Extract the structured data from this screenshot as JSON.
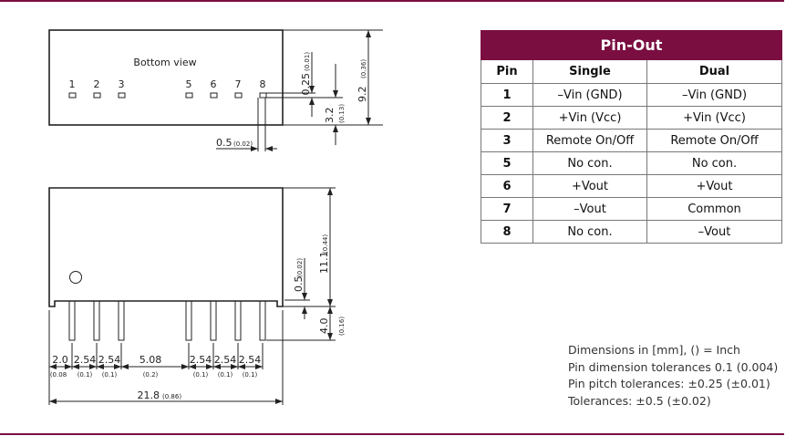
{
  "accent_color": "#7a0e41",
  "bottom_view": {
    "label": "Bottom view",
    "pins": [
      "1",
      "2",
      "3",
      "5",
      "6",
      "7",
      "8"
    ],
    "dim_pin_offset": "0.25",
    "dim_pin_offset_in": "(0.01)",
    "dim_pin_row": "3.2",
    "dim_pin_row_in": "(0.13)",
    "dim_height": "9.2",
    "dim_height_in": "(0.36)",
    "dim_pin_width": "0.5",
    "dim_pin_width_in": "(0.02)"
  },
  "side_view": {
    "dim_body_height": "11.1",
    "dim_body_height_in": "(0.44)",
    "dim_standoff": "0.5",
    "dim_standoff_in": "(0.02)",
    "dim_pin_length": "4.0",
    "dim_pin_length_in": "(0.16)",
    "pitches": [
      {
        "mm": "2.0",
        "in": "(0.08"
      },
      {
        "mm": "2.54",
        "in": "(0.1)"
      },
      {
        "mm": "2.54",
        "in": "(0.1)"
      },
      {
        "mm": "5.08",
        "in": "(0.2)"
      },
      {
        "mm": "2.54",
        "in": "(0.1)"
      },
      {
        "mm": "2.54",
        "in": "(0.1)"
      },
      {
        "mm": "2.54",
        "in": "(0.1)"
      }
    ],
    "dim_total": "21.8",
    "dim_total_in": "(0.86)"
  },
  "pinout": {
    "title": "Pin-Out",
    "headers": [
      "Pin",
      "Single",
      "Dual"
    ],
    "rows": [
      [
        "1",
        "–Vin (GND)",
        "–Vin (GND)"
      ],
      [
        "2",
        "+Vin (Vcc)",
        "+Vin (Vcc)"
      ],
      [
        "3",
        "Remote On/Off",
        "Remote On/Off"
      ],
      [
        "5",
        "No con.",
        "No con."
      ],
      [
        "6",
        "+Vout",
        "+Vout"
      ],
      [
        "7",
        "–Vout",
        "Common"
      ],
      [
        "8",
        "No con.",
        "–Vout"
      ]
    ]
  },
  "notes": [
    "Dimensions in [mm], () = Inch",
    "Pin dimension tolerances 0.1 (0.004)",
    "Pin pitch tolerances: ±0.25 (±0.01)",
    "Tolerances: ±0.5 (±0.02)"
  ]
}
